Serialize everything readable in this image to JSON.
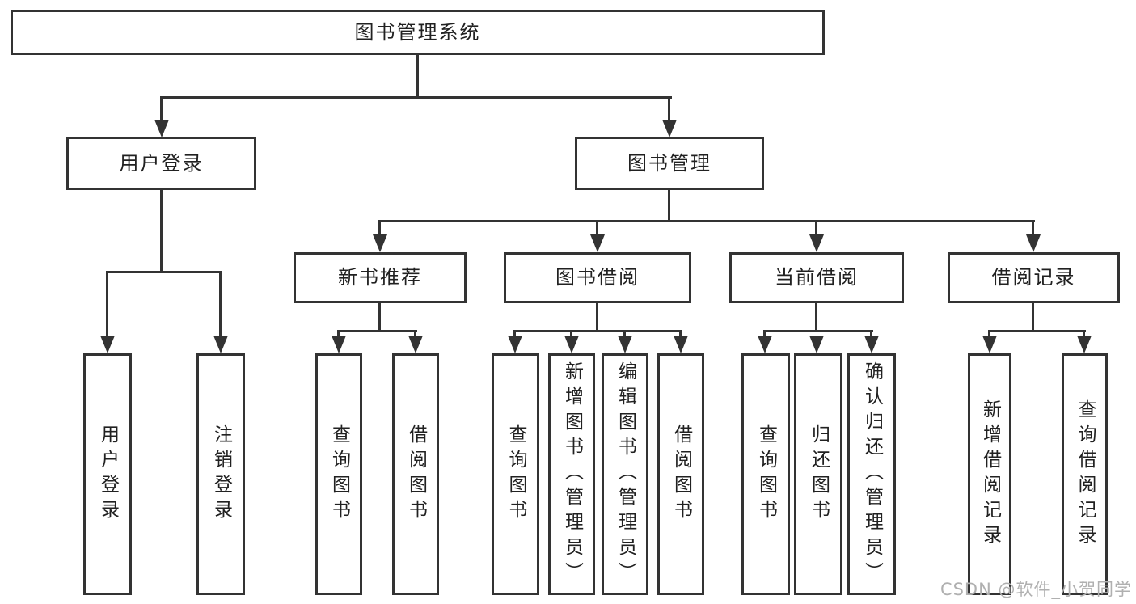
{
  "watermark": {
    "text": "CSDN @软件_小贺同学"
  },
  "colors": {
    "line": "#333333",
    "node_border": "#333333",
    "node_text": "#212121",
    "background": "#ffffff",
    "watermark": "#b0b0b0"
  },
  "tree": {
    "root": {
      "label": "图书管理系统"
    },
    "branches": [
      {
        "label": "用户登录",
        "children": [
          {
            "label": "用户登录"
          },
          {
            "label": "注销登录"
          }
        ]
      },
      {
        "label": "图书管理",
        "children": [
          {
            "label": "新书推荐",
            "children": [
              {
                "label": "查询图书"
              },
              {
                "label": "借阅图书"
              }
            ]
          },
          {
            "label": "图书借阅",
            "children": [
              {
                "label": "查询图书"
              },
              {
                "label": "新增图书（管理员）"
              },
              {
                "label": "编辑图书（管理员）"
              },
              {
                "label": "借阅图书"
              }
            ]
          },
          {
            "label": "当前借阅",
            "children": [
              {
                "label": "查询图书"
              },
              {
                "label": "归还图书"
              },
              {
                "label": "确认归还（管理员）"
              }
            ]
          },
          {
            "label": "借阅记录",
            "children": [
              {
                "label": "新增借阅记录"
              },
              {
                "label": "查询借阅记录"
              }
            ]
          }
        ]
      }
    ]
  }
}
